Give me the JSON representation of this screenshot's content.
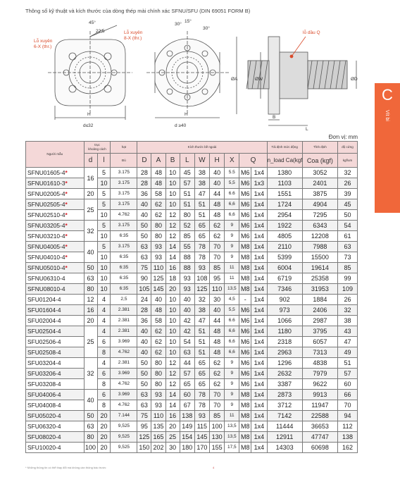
{
  "title": "Thông số kỹ thuật và kích thước của dòng thép mài chính xác SFNU/SFU (DIN 69051 FORM B)",
  "drawing": {
    "left_hole_label": "Lỗ xuyên",
    "left_hole_sub": "6-X (thr.)",
    "mid_hole_label": "Lỗ xuyên",
    "mid_hole_sub": "8-X (thr.)",
    "oil_hole_label": "lỗ dầu Q",
    "angle_45": "45°",
    "dim_225": "22,5",
    "angle_30a": "30°",
    "angle_15": "15°",
    "angle_30b": "30°",
    "d_small": "d≤32",
    "d_large": "d ≥40",
    "letter_h1": "H",
    "letter_h2": "H",
    "letter_phi_a": "ØA",
    "letter_phi_w": "ØW",
    "letter_phi_d": "ØD",
    "letter_b": "B",
    "letter_l": "L"
  },
  "side_tab": {
    "letter": "C",
    "text": "Vít bi"
  },
  "unit_label": "Đơn vị: mm",
  "table": {
    "header": {
      "model": "Người mẫu",
      "shaft_top": "trục",
      "shaft_sub": "khoảng cách",
      "d": "d",
      "l": "l",
      "ball": "hạt",
      "ball_sub": "Đủ",
      "dims": "Kích thước bề ngoài",
      "dyn": "Tải định mức động",
      "stat": "Tĩnh định",
      "stiff": "độ cứng",
      "stiff_unit": "kgf/um",
      "n_load": "n_load Ca(kgf)",
      "coa": "Coa (kgf)",
      "cols": [
        "D",
        "A",
        "B",
        "L",
        "W",
        "H",
        "X",
        "Q"
      ]
    },
    "rows": [
      {
        "model": "SFNU01605-4",
        "star": "*",
        "d": "16",
        "l": "5",
        "ball": "3.175",
        "D": "28",
        "A": "48",
        "B": "10",
        "L": "45",
        "W": "38",
        "H": "40",
        "X": "5.5",
        "Q": "M6",
        "n": "1x4",
        "ca": "1380",
        "coa": "3052",
        "k": "32"
      },
      {
        "model": "SFNU01610-3",
        "star": "*",
        "d": "",
        "l": "10",
        "ball": "3.175",
        "D": "28",
        "A": "48",
        "B": "10",
        "L": "57",
        "W": "38",
        "H": "40",
        "X": "5,5",
        "Q": "M6",
        "n": "1x3",
        "ca": "1103",
        "coa": "2401",
        "k": "26"
      },
      {
        "model": "SFNU02005-4",
        "star": "*",
        "d": "20",
        "l": "5",
        "ball": "3.175",
        "D": "36",
        "A": "58",
        "B": "10",
        "L": "51",
        "W": "47",
        "H": "44",
        "X": "6.6",
        "Q": "M6",
        "n": "1x4",
        "ca": "1551",
        "coa": "3875",
        "k": "39"
      },
      {
        "model": "SFNU02505-4",
        "star": "*",
        "d": "25",
        "l": "5",
        "ball": "3.175",
        "D": "40",
        "A": "62",
        "B": "10",
        "L": "51",
        "W": "51",
        "H": "48",
        "X": "6,6",
        "Q": "M6",
        "n": "1x4",
        "ca": "1724",
        "coa": "4904",
        "k": "45"
      },
      {
        "model": "SFNU02510-4",
        "star": "*",
        "d": "",
        "l": "10",
        "ball": "4.762",
        "D": "40",
        "A": "62",
        "B": "12",
        "L": "80",
        "W": "51",
        "H": "48",
        "X": "6,6",
        "Q": "M6",
        "n": "1x4",
        "ca": "2954",
        "coa": "7295",
        "k": "50"
      },
      {
        "model": "SFNU03205-4",
        "star": "*",
        "d": "32",
        "l": "5",
        "ball": "3.175",
        "D": "50",
        "A": "80",
        "B": "12",
        "L": "52",
        "W": "65",
        "H": "62",
        "X": "9",
        "Q": "M6",
        "n": "1x4",
        "ca": "1922",
        "coa": "6343",
        "k": "54"
      },
      {
        "model": "SFNU03210-4",
        "star": "*",
        "d": "",
        "l": "10",
        "ball": "6:35",
        "D": "50",
        "A": "80",
        "B": "12",
        "L": "85",
        "W": "65",
        "H": "62",
        "X": "9",
        "Q": "M6",
        "n": "1x4",
        "ca": "4805",
        "coa": "12208",
        "k": "61"
      },
      {
        "model": "SFNU04005-4",
        "star": "*",
        "d": "40",
        "l": "5",
        "ball": "3.175",
        "D": "63",
        "A": "93",
        "B": "14",
        "L": "55",
        "W": "78",
        "H": "70",
        "X": "9",
        "Q": "M8",
        "n": "1x4",
        "ca": "2110",
        "coa": "7988",
        "k": "63"
      },
      {
        "model": "SFNU04010-4",
        "star": "*",
        "d": "",
        "l": "10",
        "ball": "6:35",
        "D": "63",
        "A": "93",
        "B": "14",
        "L": "88",
        "W": "78",
        "H": "70",
        "X": "9",
        "Q": "M8",
        "n": "1x4",
        "ca": "5399",
        "coa": "15500",
        "k": "73"
      },
      {
        "model": "SFNU05010-4",
        "star": "*",
        "d": "50",
        "l": "10",
        "ball": "6:35",
        "D": "75",
        "A": "110",
        "B": "16",
        "L": "88",
        "W": "93",
        "H": "85",
        "X": "11",
        "Q": "M8",
        "n": "1x4",
        "ca": "6004",
        "coa": "19614",
        "k": "85"
      },
      {
        "model": "SFNU06310-4",
        "star": "",
        "d": "63",
        "l": "10",
        "ball": "6:35",
        "D": "90",
        "A": "125",
        "B": "18",
        "L": "93",
        "W": "108",
        "H": "95",
        "X": "11",
        "Q": "M8",
        "n": "1x4",
        "ca": "6719",
        "coa": "25358",
        "k": "99"
      },
      {
        "model": "SFNU08010-4",
        "star": "",
        "d": "80",
        "l": "10",
        "ball": "6:35",
        "D": "105",
        "A": "145",
        "B": "20",
        "L": "93",
        "W": "125",
        "H": "110",
        "X": "13,5",
        "Q": "M8",
        "n": "1x4",
        "ca": "7346",
        "coa": "31953",
        "k": "109"
      },
      {
        "model": "SFU01204-4",
        "star": "",
        "d": "12",
        "l": "4",
        "ball": "2,5",
        "D": "24",
        "A": "40",
        "B": "10",
        "L": "40",
        "W": "32",
        "H": "30",
        "X": "4,5",
        "Q": "-",
        "n": "1x4",
        "ca": "902",
        "coa": "1884",
        "k": "26"
      },
      {
        "model": "SFU01604-4",
        "star": "",
        "d": "16",
        "l": "4",
        "ball": "2.381",
        "D": "28",
        "A": "48",
        "B": "10",
        "L": "40",
        "W": "38",
        "H": "40",
        "X": "5,5",
        "Q": "M6",
        "n": "1x4",
        "ca": "973",
        "coa": "2406",
        "k": "32"
      },
      {
        "model": "SFU02004-4",
        "star": "",
        "d": "20",
        "l": "4",
        "ball": "2.381",
        "D": "36",
        "A": "58",
        "B": "10",
        "L": "42",
        "W": "47",
        "H": "44",
        "X": "6.6",
        "Q": "M6",
        "n": "1x4",
        "ca": "1066",
        "coa": "2987",
        "k": "38"
      },
      {
        "model": "SFU02504-4",
        "star": "",
        "d": "25",
        "l": "4",
        "ball": "2.381",
        "D": "40",
        "A": "62",
        "B": "10",
        "L": "42",
        "W": "51",
        "H": "48",
        "X": "6,6",
        "Q": "M6",
        "n": "1x4",
        "ca": "1180",
        "coa": "3795",
        "k": "43"
      },
      {
        "model": "SFU02506-4",
        "star": "",
        "d": "",
        "l": "6",
        "ball": "3.969",
        "D": "40",
        "A": "62",
        "B": "10",
        "L": "54",
        "W": "51",
        "H": "48",
        "X": "6,6",
        "Q": "M6",
        "n": "1x4",
        "ca": "2318",
        "coa": "6057",
        "k": "47"
      },
      {
        "model": "SFU02508-4",
        "star": "",
        "d": "",
        "l": "8",
        "ball": "4.762",
        "D": "40",
        "A": "62",
        "B": "10",
        "L": "63",
        "W": "51",
        "H": "48",
        "X": "6,6",
        "Q": "M6",
        "n": "1x4",
        "ca": "2963",
        "coa": "7313",
        "k": "49"
      },
      {
        "model": "SFU03204-4",
        "star": "",
        "d": "32",
        "l": "4",
        "ball": "2.381",
        "D": "50",
        "A": "80",
        "B": "12",
        "L": "44",
        "W": "65",
        "H": "62",
        "X": "9",
        "Q": "M6",
        "n": "1x4",
        "ca": "1296",
        "coa": "4838",
        "k": "51"
      },
      {
        "model": "SFU03206-4",
        "star": "",
        "d": "",
        "l": "6",
        "ball": "3.969",
        "D": "50",
        "A": "80",
        "B": "12",
        "L": "57",
        "W": "65",
        "H": "62",
        "X": "9",
        "Q": "M6",
        "n": "1x4",
        "ca": "2632",
        "coa": "7979",
        "k": "57"
      },
      {
        "model": "SFU03208-4",
        "star": "",
        "d": "",
        "l": "8",
        "ball": "4.762",
        "D": "50",
        "A": "80",
        "B": "12",
        "L": "65",
        "W": "65",
        "H": "62",
        "X": "9",
        "Q": "M6",
        "n": "1x4",
        "ca": "3387",
        "coa": "9622",
        "k": "60"
      },
      {
        "model": "SFU04006-4",
        "star": "",
        "d": "40",
        "l": "6",
        "ball": "3.969",
        "D": "63",
        "A": "93",
        "B": "14",
        "L": "60",
        "W": "78",
        "H": "70",
        "X": "9",
        "Q": "M8",
        "n": "1x4",
        "ca": "2873",
        "coa": "9913",
        "k": "66"
      },
      {
        "model": "SFU04008-4",
        "star": "",
        "d": "",
        "l": "8",
        "ball": "4.762",
        "D": "63",
        "A": "93",
        "B": "14",
        "L": "67",
        "W": "78",
        "H": "70",
        "X": "9",
        "Q": "M8",
        "n": "1x4",
        "ca": "3712",
        "coa": "11947",
        "k": "70"
      },
      {
        "model": "SFU05020-4",
        "star": "",
        "d": "50",
        "l": "20",
        "ball": "7.144",
        "D": "75",
        "A": "110",
        "B": "16",
        "L": "138",
        "W": "93",
        "H": "85",
        "X": "11",
        "Q": "M8",
        "n": "1x4",
        "ca": "7142",
        "coa": "22588",
        "k": "94"
      },
      {
        "model": "SFU06320-4",
        "star": "",
        "d": "63",
        "l": "20",
        "ball": "9,525",
        "D": "95",
        "A": "135",
        "B": "20",
        "L": "149",
        "W": "115",
        "H": "100",
        "X": "13,5",
        "Q": "M8",
        "n": "1x4",
        "ca": "11444",
        "coa": "36653",
        "k": "112"
      },
      {
        "model": "SFU08020-4",
        "star": "",
        "d": "80",
        "l": "20",
        "ball": "9,525",
        "D": "125",
        "A": "165",
        "B": "25",
        "L": "154",
        "W": "145",
        "H": "130",
        "X": "13,5",
        "Q": "M8",
        "n": "1x4",
        "ca": "12911",
        "coa": "47747",
        "k": "138"
      },
      {
        "model": "SFU10020-4",
        "star": "",
        "d": "100",
        "l": "20",
        "ball": "9,525",
        "D": "150",
        "A": "202",
        "B": "30",
        "L": "180",
        "W": "170",
        "H": "155",
        "X": "17,5",
        "Q": "M8",
        "n": "1x4",
        "ca": "14303",
        "coa": "60698",
        "k": "162"
      }
    ]
  },
  "footer_note": "* Những thông tin có thể thay đổi mà không cần thông báo trước",
  "page_number": "4"
}
